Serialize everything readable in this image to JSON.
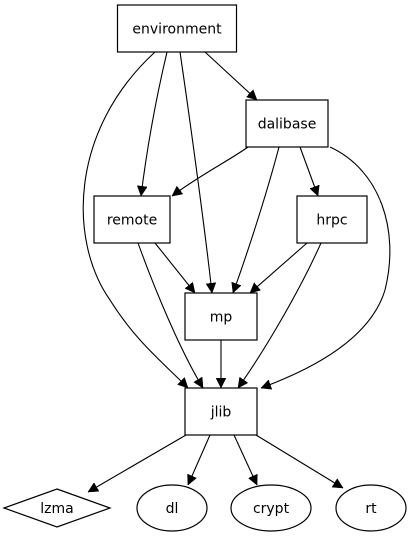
{
  "graph": {
    "nodes": [
      {
        "id": "environment",
        "label": "environment",
        "shape": "box"
      },
      {
        "id": "dalibase",
        "label": "dalibase",
        "shape": "box"
      },
      {
        "id": "remote",
        "label": "remote",
        "shape": "box"
      },
      {
        "id": "hrpc",
        "label": "hrpc",
        "shape": "box"
      },
      {
        "id": "mp",
        "label": "mp",
        "shape": "box"
      },
      {
        "id": "jlib",
        "label": "jlib",
        "shape": "box"
      },
      {
        "id": "lzma",
        "label": "lzma",
        "shape": "diamond"
      },
      {
        "id": "dl",
        "label": "dl",
        "shape": "ellipse"
      },
      {
        "id": "crypt",
        "label": "crypt",
        "shape": "ellipse"
      },
      {
        "id": "rt",
        "label": "rt",
        "shape": "ellipse"
      }
    ],
    "edges": [
      {
        "from": "environment",
        "to": "dalibase"
      },
      {
        "from": "environment",
        "to": "remote"
      },
      {
        "from": "environment",
        "to": "mp"
      },
      {
        "from": "environment",
        "to": "jlib"
      },
      {
        "from": "dalibase",
        "to": "remote"
      },
      {
        "from": "dalibase",
        "to": "hrpc"
      },
      {
        "from": "dalibase",
        "to": "mp"
      },
      {
        "from": "dalibase",
        "to": "jlib"
      },
      {
        "from": "remote",
        "to": "mp"
      },
      {
        "from": "remote",
        "to": "jlib"
      },
      {
        "from": "hrpc",
        "to": "mp"
      },
      {
        "from": "hrpc",
        "to": "jlib"
      },
      {
        "from": "mp",
        "to": "jlib"
      },
      {
        "from": "jlib",
        "to": "lzma"
      },
      {
        "from": "jlib",
        "to": "dl"
      },
      {
        "from": "jlib",
        "to": "crypt"
      },
      {
        "from": "jlib",
        "to": "rt"
      }
    ]
  }
}
